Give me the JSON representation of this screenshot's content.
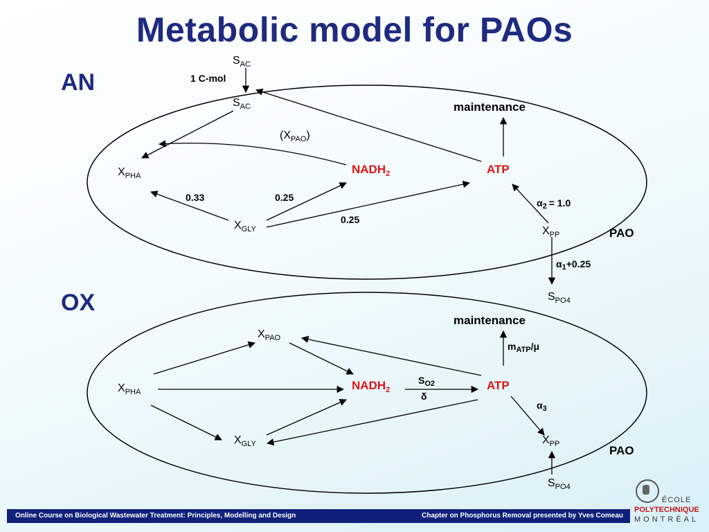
{
  "title": "Metabolic model for PAOs",
  "sections": {
    "an": "AN",
    "ox": "OX"
  },
  "compartment_label": "PAO",
  "nodes": {
    "s": "S",
    "x": "X",
    "ac_sub": "AC",
    "pha_sub": "PHA",
    "gly_sub": "GLY",
    "pp_sub": "PP",
    "pao_sub": "PAO",
    "po4_sub": "PO4",
    "nadh_main": "NADH",
    "nadh_sub": "2",
    "atp": "ATP",
    "maintenance": "maintenance",
    "xpao_open": "(X",
    "xpao_close": ")"
  },
  "edge_labels": {
    "one_cmol": "1 C-mol",
    "w033": "0.33",
    "w025a": "0.25",
    "w025b": "0.25",
    "alpha_sym": "α",
    "alpha2_sub": "2",
    "alpha2_val": "= 1.0",
    "alpha1_sub": "1",
    "alpha1_val": "+0.25",
    "alpha3_sub": "3",
    "so2_main": "S",
    "so2_sub": "O2",
    "delta": "δ",
    "matp_main": "m",
    "matp_sub": "ATP",
    "matp_rest": "/μ"
  },
  "footer": {
    "left": "Online Course on Biological Wastewater Treatment: Principles, Modelling and Design",
    "right": "Chapter on Phosphorus Removal presented by Yves Comeau"
  },
  "logo": {
    "line1": "ÉCOLE",
    "line2": "POLYTECHNIQUE",
    "line3": "MONTRÉAL"
  }
}
